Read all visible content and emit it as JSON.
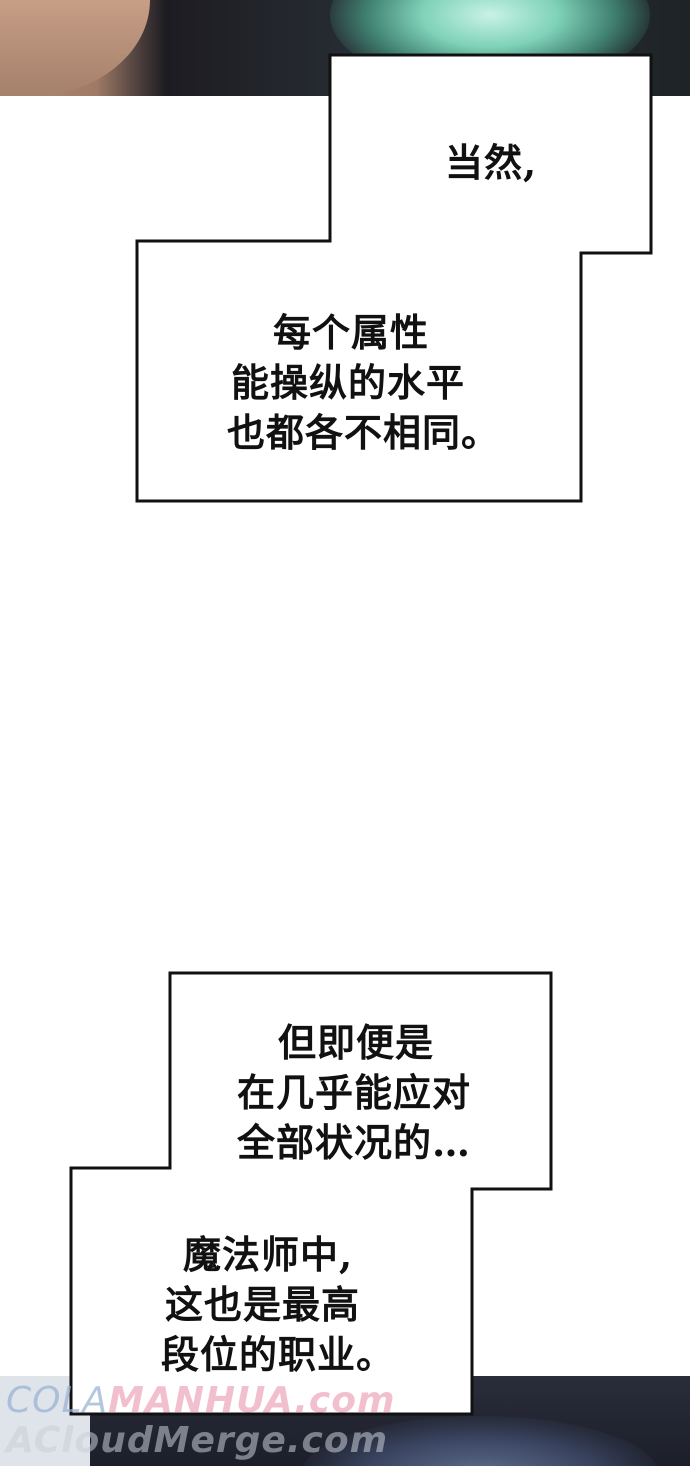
{
  "bubble_1": {
    "lines": [
      "当然,",
      "每个属性",
      "能操纵的水平",
      "也都各不相同。"
    ]
  },
  "bubble_2": {
    "lines": [
      "但即便是",
      "在几乎能应对",
      "全部状况的…",
      "魔法师中,",
      "这也是最高",
      "段位的职业。"
    ]
  },
  "watermark": {
    "line1_prefix": "COLA",
    "line1": "MANHUA.com",
    "line2": "ACloudMerge.com"
  }
}
